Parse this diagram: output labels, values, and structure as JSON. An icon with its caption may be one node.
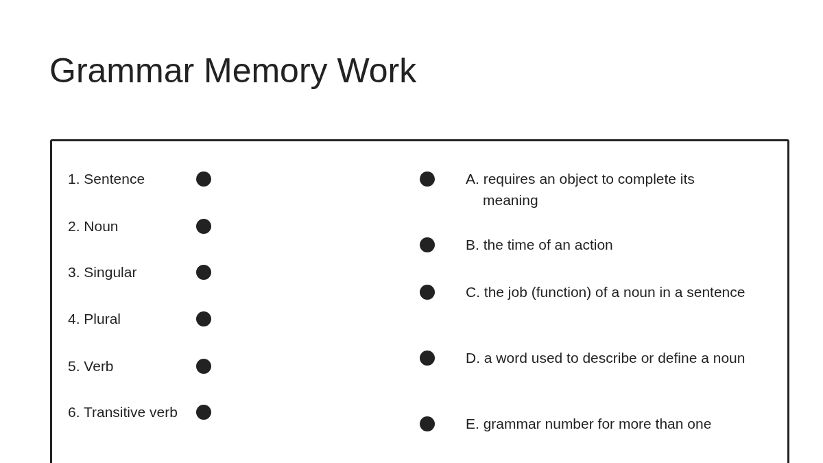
{
  "diagram": {
    "title": "Grammar Memory Work",
    "labels": [
      "1. Sentence",
      "2. Noun",
      "3. Singular",
      "4. Plural",
      "5. Verb",
      "6. Transitive verb",
      "A. requires an object to complete its meaning",
      "B. the time of an action",
      "C. the job (function) of a noun in a sentence",
      "D. a word used to describe or define a noun",
      "E. grammar number for more than one"
    ]
  }
}
